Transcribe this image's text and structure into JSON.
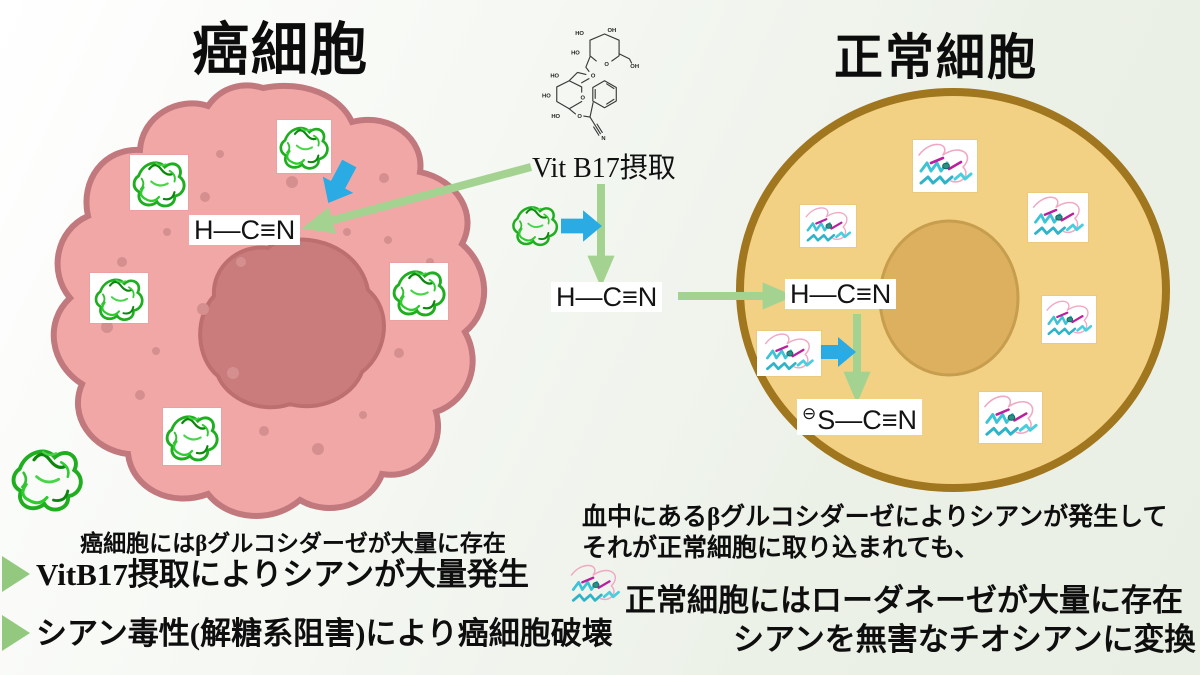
{
  "titles": {
    "cancer": "癌細胞",
    "normal": "正常細胞"
  },
  "pathway": {
    "intake_label": "Vit B17摂取",
    "hcn_cancer": "H―C≡N",
    "hcn_center": "H―C≡N",
    "hcn_normal": "H―C≡N",
    "scn_charge": "⊖",
    "scn": "S―C≡N"
  },
  "chem": {
    "ho": "HO",
    "oh": "OH",
    "o": "O",
    "n": "N"
  },
  "notes_cancer": {
    "headline": "癌細胞にはβグルコシダーゼが大量に存在",
    "bullets": [
      "VitB17摂取によりシアンが大量発生",
      "シアン毒性(解糖系阻害)により癌細胞破壊"
    ]
  },
  "notes_normal": {
    "line1": "血中にあるβグルコシダーゼによりシアンが発生して",
    "line2": "それが正常細胞に取り込まれても、",
    "line3": "正常細胞にはローダネーゼが大量に存在",
    "line4": "シアンを無害なチオシアンに変換"
  },
  "icons": {
    "amygdalin": "amygdalin-structure",
    "green_protein": "beta-glucosidase-ribbon",
    "cyan_protein": "rhodanese-ribbon",
    "blue_arrow": "thick-blue-arrow",
    "green_arrow": "green-reaction-arrow",
    "bullet": "green-triangle-bullet"
  },
  "colors": {
    "cancer_cell_fill": "#f2a7a7",
    "cancer_cell_border": "#c1797d",
    "cancer_nucleus_fill": "#ca7c7c",
    "normal_cell_fill": "#f3d184",
    "normal_cell_border": "#a0761e",
    "normal_nucleus_fill": "#dcb05e",
    "green_arrow": "#a4d391",
    "blue_arrow": "#2aabe4",
    "bullet_green": "#93c97f"
  }
}
